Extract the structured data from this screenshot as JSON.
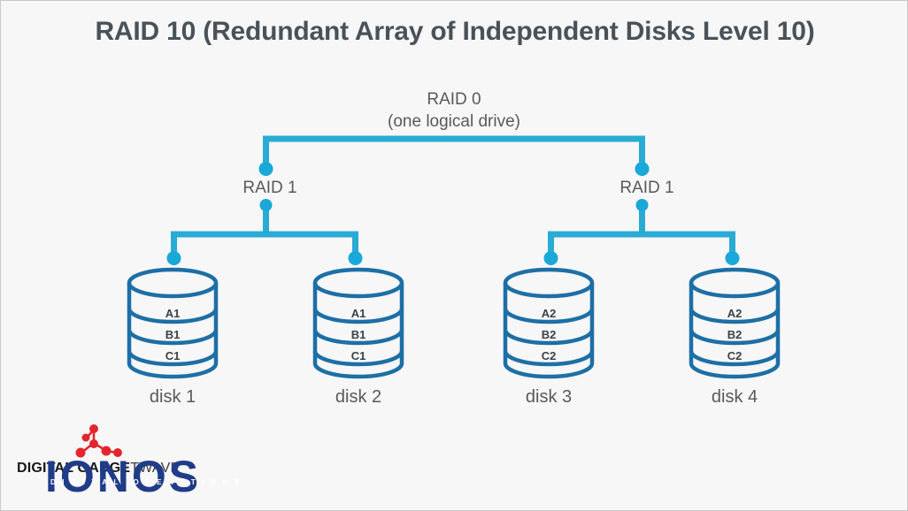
{
  "slide": {
    "title": "RAID 10 (Redundant Array of Independent Disks Level 10)",
    "background_color": "#f7f7f8",
    "border_color": "#c9c9cc"
  },
  "colors": {
    "connector": "#29abd4",
    "connector_dot": "#1aa8d8",
    "disk_outline": "#1d6fa5",
    "title_text": "#4a5259",
    "label_text": "#58595b",
    "logo_blue": "#1f3c88",
    "logo_red": "#e3262d"
  },
  "diagram": {
    "type": "raid-10-tree",
    "root": {
      "name": "raid0-node",
      "label_line1": "RAID 0",
      "label_line2": "(one logical drive)"
    },
    "mirrors": [
      {
        "name": "raid1-left",
        "label": "RAID 1"
      },
      {
        "name": "raid1-right",
        "label": "RAID 1"
      }
    ],
    "disks": [
      {
        "name": "disk-1",
        "label": "disk 1",
        "blocks": [
          "A1",
          "B1",
          "C1"
        ]
      },
      {
        "name": "disk-2",
        "label": "disk 2",
        "blocks": [
          "A1",
          "B1",
          "C1"
        ]
      },
      {
        "name": "disk-3",
        "label": "disk 3",
        "blocks": [
          "A2",
          "B2",
          "C2"
        ]
      },
      {
        "name": "disk-4",
        "label": "disk 4",
        "blocks": [
          "A2",
          "B2",
          "C2"
        ]
      }
    ]
  },
  "logo": {
    "wordmark": "IONOS",
    "subtext": "DIGITAL OPERATIONS",
    "partner_prefix": "DIGITAL GADGE",
    "partner_suffix": "TWAVE"
  }
}
